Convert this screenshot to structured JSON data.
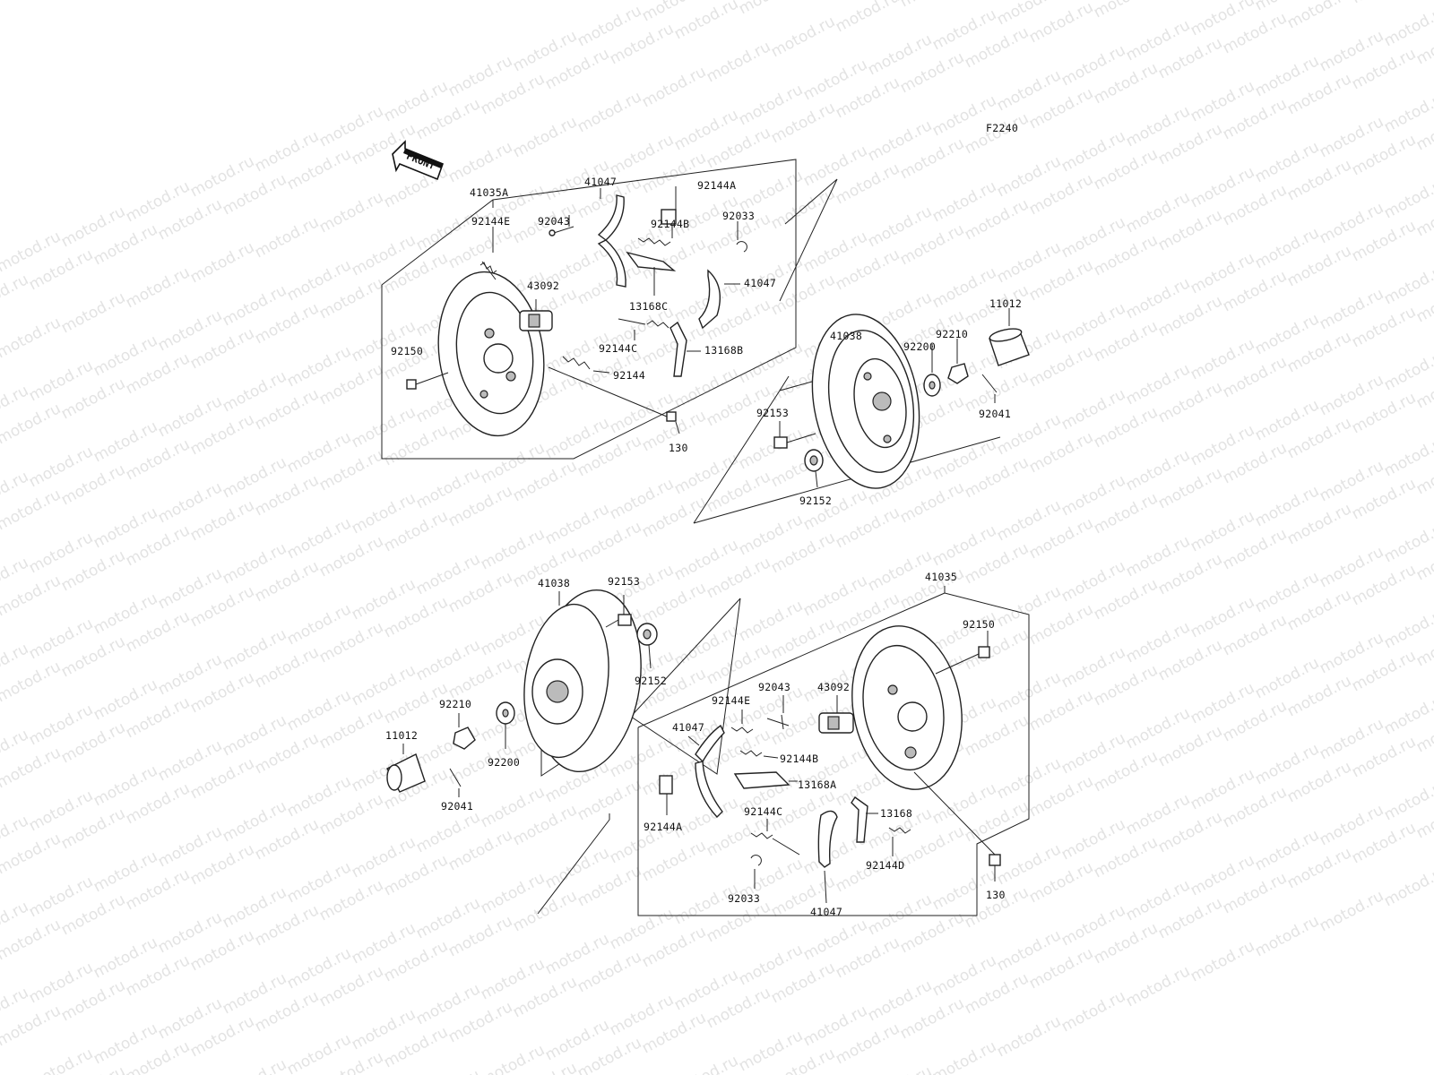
{
  "diagram_code": "F2240",
  "front_label": "FRONT",
  "watermark": "motod.ru",
  "labels": {
    "l41035A": "41035A",
    "l41047a": "41047",
    "l92144A_top": "92144A",
    "l92043_top": "92043",
    "l92144B_top": "92144B",
    "l92033_top": "92033",
    "l92144E_top": "92144E",
    "l43092_top": "43092",
    "l13168C": "13168C",
    "l41047b": "41047",
    "l92144C_top": "92144C",
    "l13168B": "13168B",
    "l92150_top": "92150",
    "l92144": "92144",
    "l130_top": "130",
    "l41038_top": "41038",
    "l92200_top": "92200",
    "l92210_top": "92210",
    "l11012_top": "11012",
    "l92041_top": "92041",
    "l92153_top": "92153",
    "l92152_top": "92152",
    "l41038_bot": "41038",
    "l92153_bot": "92153",
    "l92152_bot": "92152",
    "l92210_bot": "92210",
    "l11012_bot": "11012",
    "l92200_bot": "92200",
    "l92041_bot": "92041",
    "l41035": "41035",
    "l92150_bot": "92150",
    "l92043_bot": "92043",
    "l43092_bot": "43092",
    "l92144E_bot": "92144E",
    "l41047c": "41047",
    "l92144B_bot": "92144B",
    "l13168A": "13168A",
    "l92144A_bot": "92144A",
    "l92144C_bot": "92144C",
    "l13168": "13168",
    "l92144D": "92144D",
    "l92033_bot": "92033",
    "l41047d": "41047",
    "l130_bot": "130"
  }
}
